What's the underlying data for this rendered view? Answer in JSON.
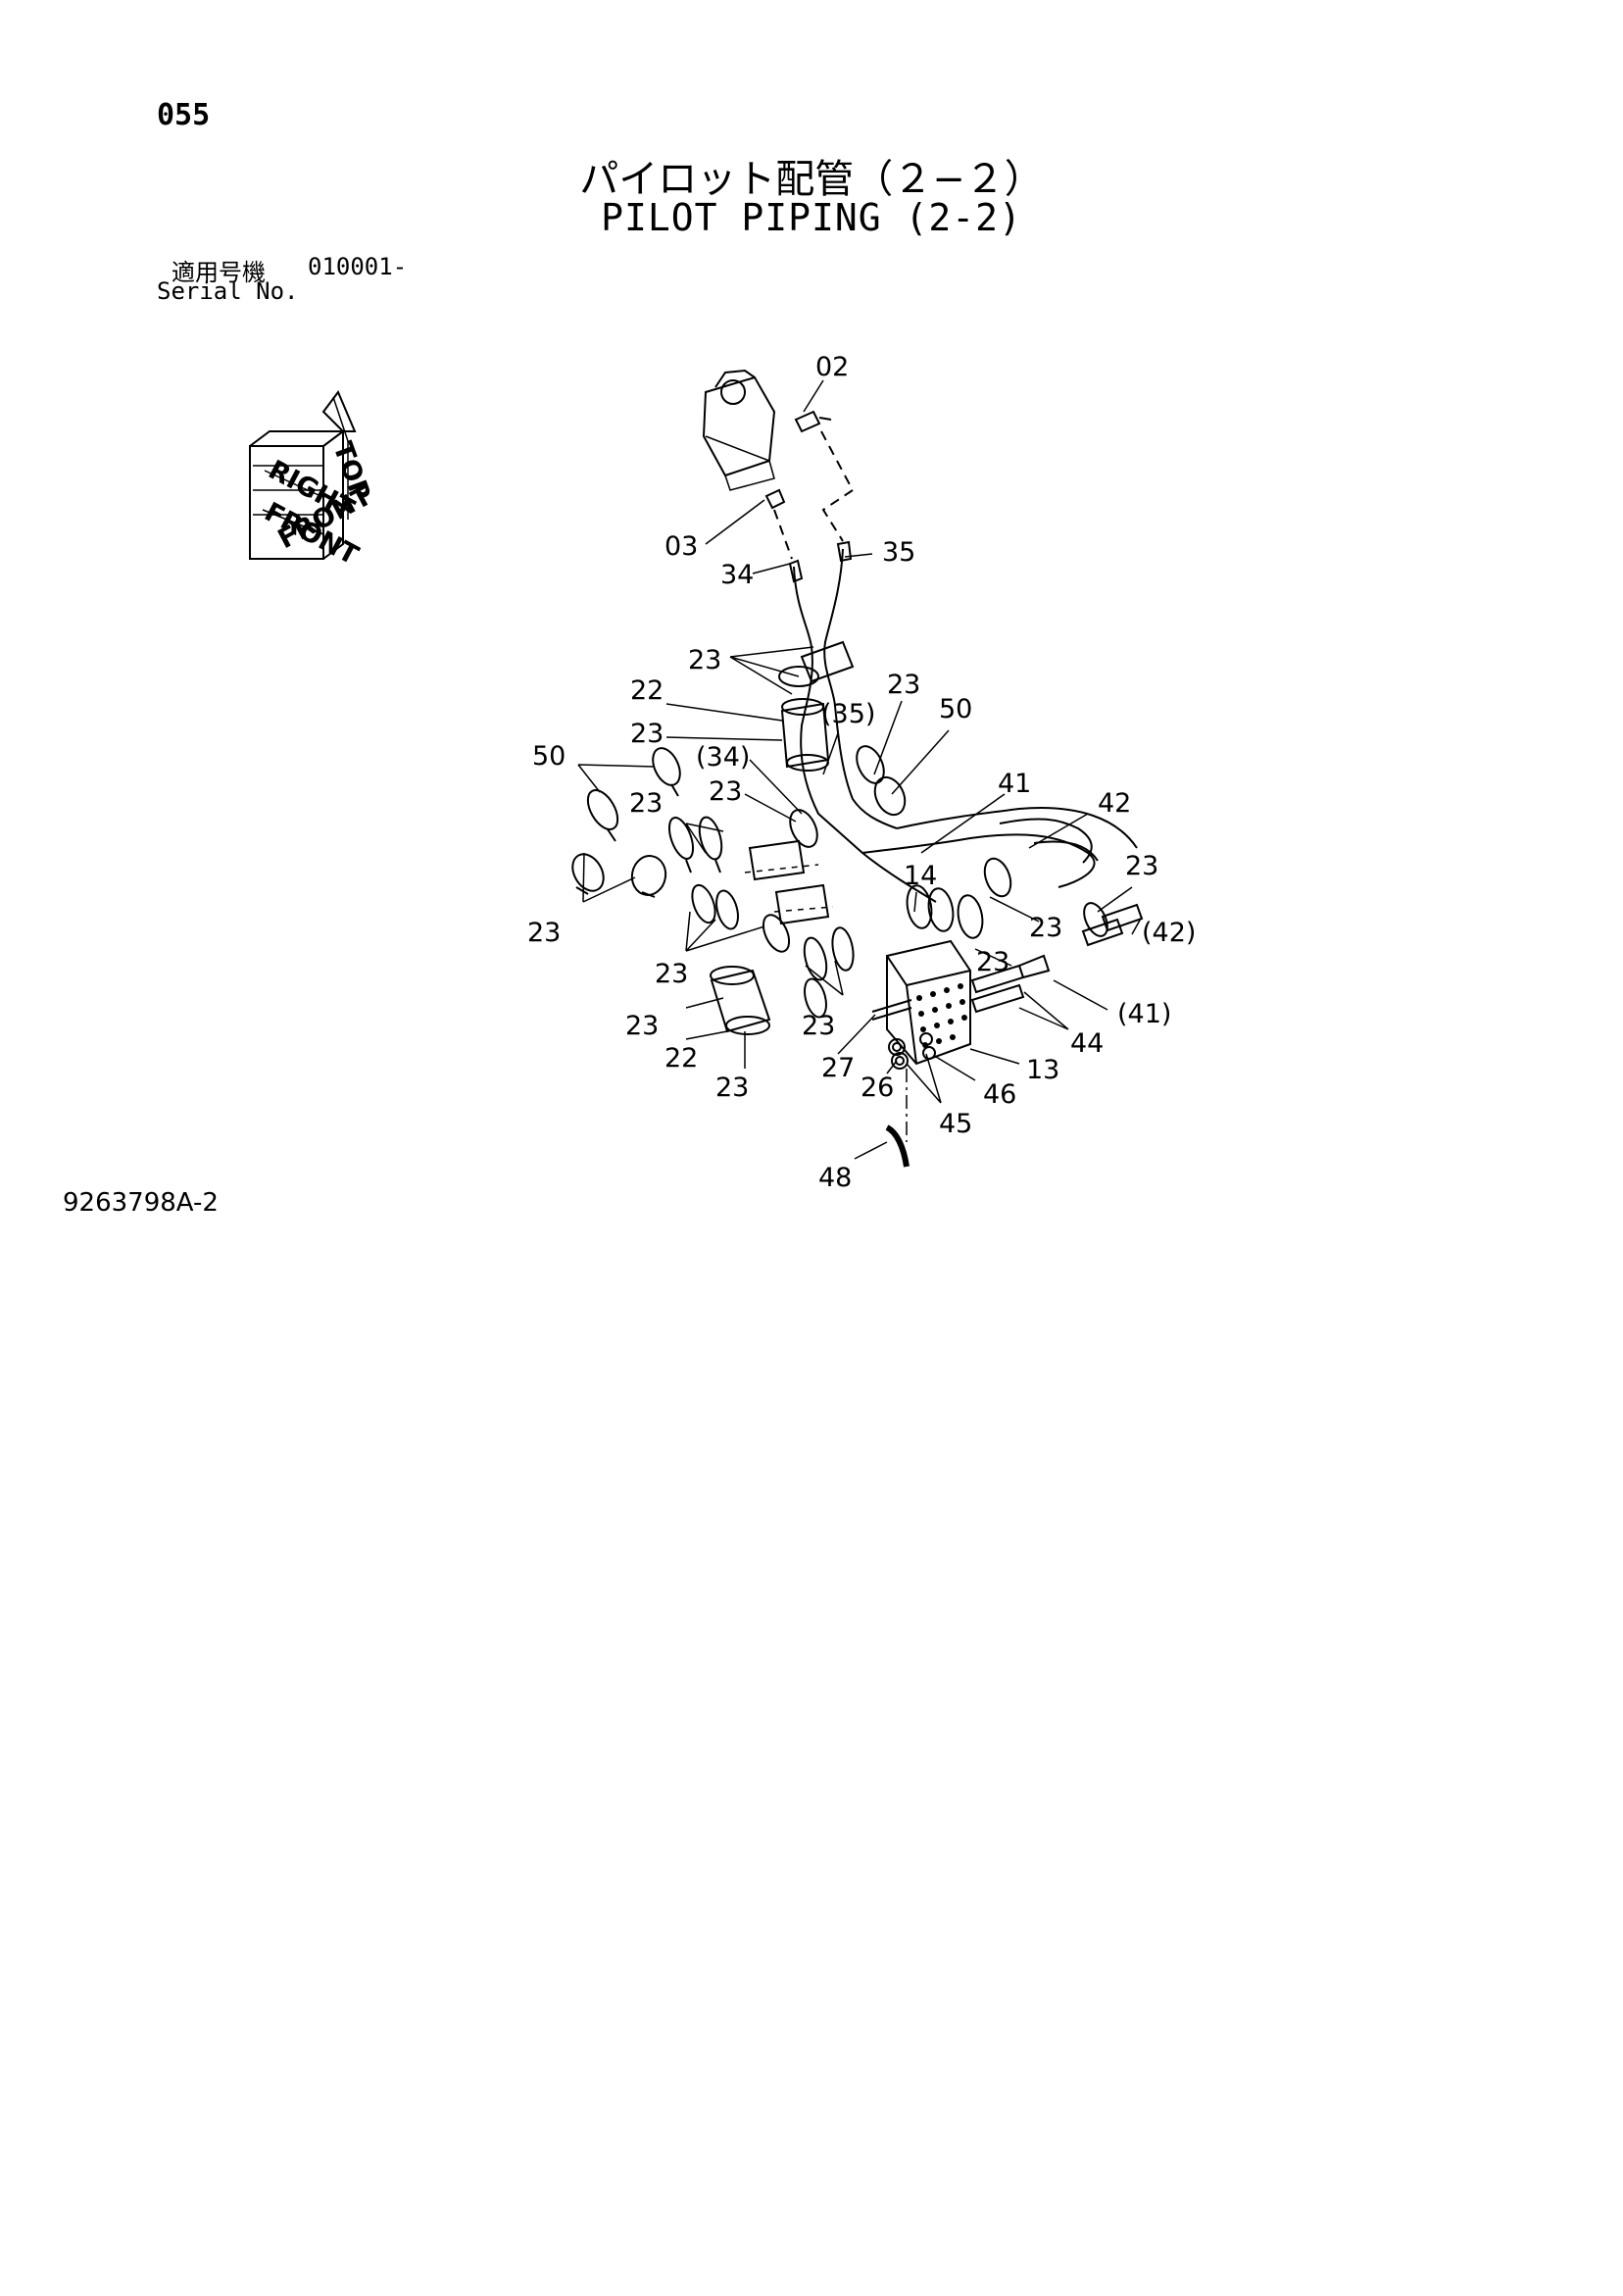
{
  "header": {
    "page_number": "055",
    "title_ja": "パイロット配管（２−２）",
    "title_en": "PILOT PIPING (2-2)",
    "serial_label_ja": "適用号機",
    "serial_range": "010001-",
    "serial_label_en": "Serial No."
  },
  "orientation": {
    "top": "TOP",
    "right": "RIGHT",
    "front": "FRONT"
  },
  "callouts": {
    "c02": "02",
    "c03": "03",
    "c34": "34",
    "c35": "35",
    "c23_a": "23",
    "c22_a": "22",
    "c23_b": "23",
    "c35p": "(35)",
    "c23_c": "23",
    "c50_a": "50",
    "c50_b": "50",
    "c34p": "(34)",
    "c41": "41",
    "c42": "42",
    "c23_d": "23",
    "c23_e": "23",
    "c23_f": "23",
    "c14": "14",
    "c23_g": "23",
    "c23_h": "23",
    "c42p": "(42)",
    "c23_i": "23",
    "c23_j": "23",
    "c23_k": "23",
    "c23_l": "23",
    "c41p": "(41)",
    "c44": "44",
    "c22_b": "22",
    "c27": "27",
    "c13": "13",
    "c23_m": "23",
    "c26": "26",
    "c46": "46",
    "c45": "45",
    "c48": "48"
  },
  "footer": {
    "drawing_number": "9263798A-2"
  }
}
